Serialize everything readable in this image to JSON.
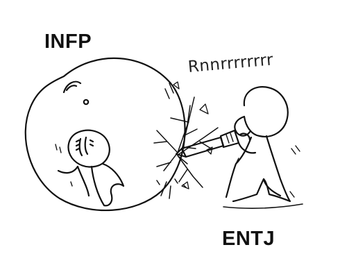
{
  "labels": {
    "infp": "INFP",
    "entj": "ENTJ",
    "sound_effect": "Rnnrrrrrrrr"
  },
  "colors": {
    "ink": "#111111",
    "background": "#ffffff"
  }
}
